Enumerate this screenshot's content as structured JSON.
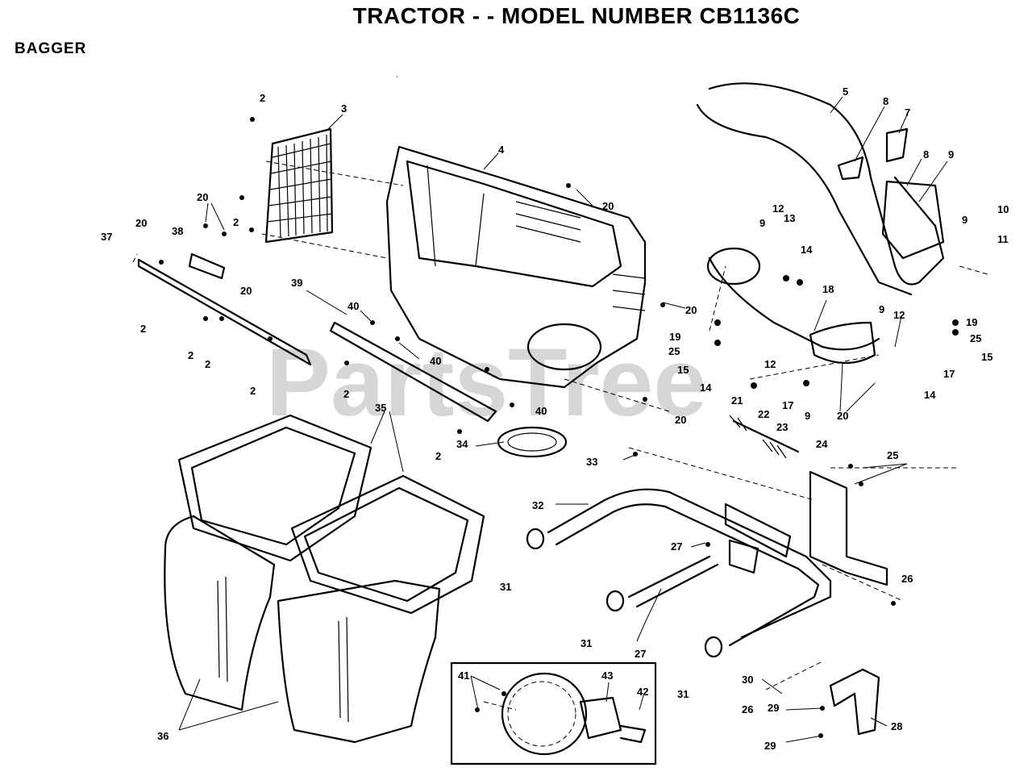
{
  "title": "TRACTOR - - MODEL NUMBER CB1136C",
  "section": "BAGGER",
  "watermark": "PartsTree",
  "callouts": {
    "c2a": "2",
    "c3": "3",
    "c4": "4",
    "c5": "5",
    "c8a": "8",
    "c7": "7",
    "c8b": "8",
    "c9a": "9",
    "c20a": "20",
    "c2b": "2",
    "c20b": "20",
    "c38": "38",
    "c37": "37",
    "c12a": "12",
    "c13": "13",
    "c9b": "9",
    "c14a": "14",
    "c9c": "9",
    "c10": "10",
    "c11": "11",
    "c2c": "2",
    "c2d": "2",
    "c2e": "2",
    "c20c": "20",
    "c39": "39",
    "c40a": "40",
    "c20d": "20",
    "c18": "18",
    "c19a": "19",
    "c25a": "25",
    "c15a": "15",
    "c9d": "9",
    "c12b": "12",
    "c19b": "19",
    "c25b": "25",
    "c15b": "15",
    "c17a": "17",
    "c14b": "14",
    "c2f": "2",
    "c2g": "2",
    "c40b": "40",
    "c14c": "14",
    "c12c": "12",
    "c17b": "17",
    "c9e": "9",
    "c20e": "20",
    "c40c": "40",
    "c20f": "20",
    "c35": "35",
    "c21": "21",
    "c22": "22",
    "c23": "23",
    "c34": "34",
    "c2h": "2",
    "c33": "33",
    "c24": "24",
    "c25c": "25",
    "c32": "32",
    "c27a": "27",
    "c26a": "26",
    "c31a": "31",
    "c31b": "31",
    "c27b": "27",
    "c31c": "31",
    "c30": "30",
    "c26b": "26",
    "c29a": "29",
    "c28": "28",
    "c29b": "29",
    "c41": "41",
    "c43": "43",
    "c42": "42",
    "c36": "36"
  }
}
